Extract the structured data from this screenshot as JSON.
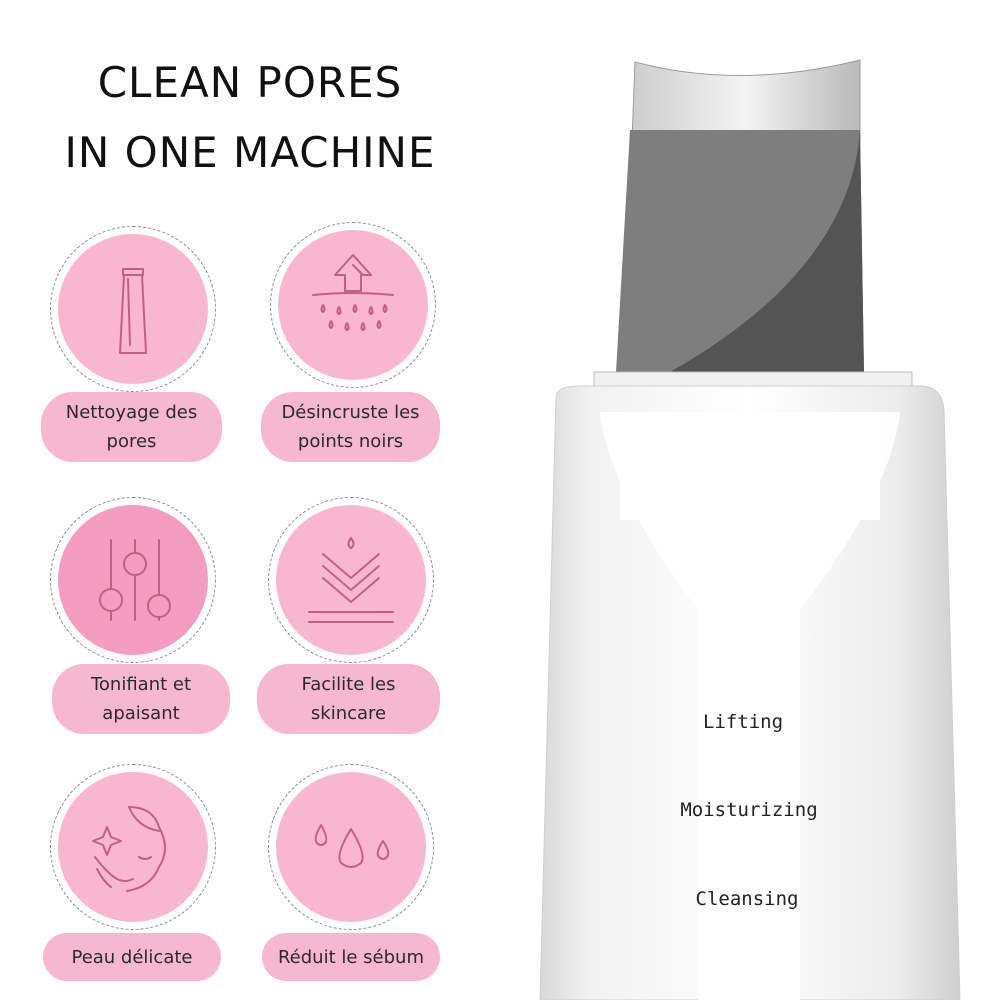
{
  "headline": {
    "line1": "CLEAN PORES",
    "line2": "IN ONE MACHINE"
  },
  "colors": {
    "pill": "#f8b7d0",
    "disc_light": "#f9b6d1",
    "disc_dark": "#f59cc2",
    "icon_stroke": "#c4607f",
    "blade_dark": "#545454",
    "blade_light": "#7e7e7e"
  },
  "features": [
    {
      "icon": "cream-tube-icon",
      "line1": "Nettoyage des",
      "line2": "pores"
    },
    {
      "icon": "extraction-arrow-icon",
      "line1": "Désincruste les",
      "line2": "points noirs"
    },
    {
      "icon": "sliders-icon",
      "line1": "Tonifiant et",
      "line2": "apaisant"
    },
    {
      "icon": "absorption-chevrons-icon",
      "line1": "Facilite les",
      "line2": "skincare"
    },
    {
      "icon": "face-sparkle-icon",
      "line1": "Peau délicate",
      "line2": ""
    },
    {
      "icon": "droplets-icon",
      "line1": "Réduit le sébum",
      "line2": ""
    }
  ],
  "device": {
    "modes": [
      "Lifting",
      "Moisturizing",
      "Cleansing"
    ]
  }
}
